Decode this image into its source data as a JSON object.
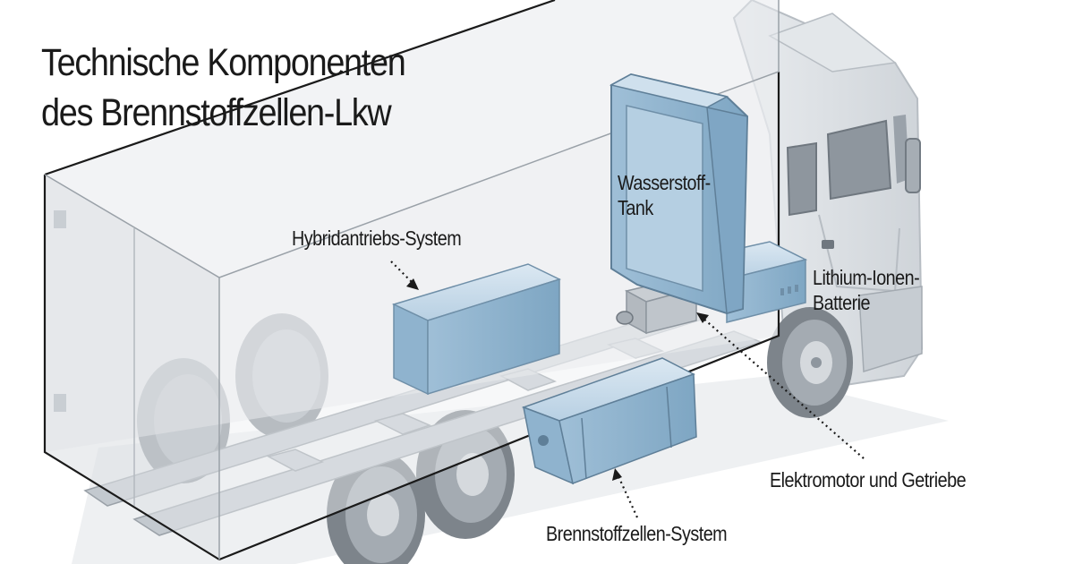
{
  "title": {
    "line1": "Technische Komponenten",
    "line2": "des Brennstoffzellen-Lkw"
  },
  "labels": {
    "hybrid": "Hybridantriebs-System",
    "tank_line1": "Wasserstoff-",
    "tank_line2": "Tank",
    "battery_line1": "Lithium-Ionen-",
    "battery_line2": "Batterie",
    "motor": "Elektromotor und Getriebe",
    "fuel_cell": "Brennstoffzellen-System"
  },
  "colors": {
    "text": "#1a1a1a",
    "component_blue": "#a9c6dc",
    "component_blue_dark": "#7fa6c4",
    "truck_grey": "#d9dde1",
    "truck_grey_dark": "#9aa1a8",
    "frame_line": "#1a1a1a"
  }
}
